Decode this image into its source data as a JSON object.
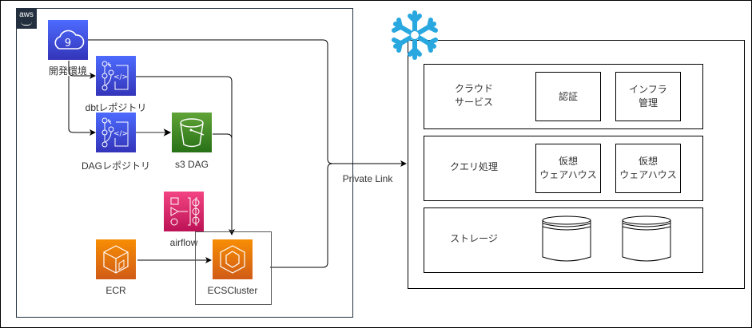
{
  "aws": {
    "logo_text": "aws",
    "nodes": {
      "dev_env": {
        "label": "開発環境",
        "icon": "cloud9-icon",
        "color": "#3b48cc"
      },
      "dbt_repo": {
        "label": "dbtレポジトリ",
        "icon": "codecommit-icon",
        "color": "#3b48cc"
      },
      "dag_repo": {
        "label": "DAGレポジトリ",
        "icon": "codecommit-icon",
        "color": "#3b48cc"
      },
      "s3_dag": {
        "label": "s3 DAG",
        "icon": "s3-bucket-icon",
        "color": "#3f8624"
      },
      "airflow": {
        "label": "airflow",
        "icon": "mwaa-airflow-icon",
        "color": "#e7157b"
      },
      "ecr": {
        "label": "ECR",
        "icon": "ecr-icon",
        "color": "#e7700d"
      },
      "ecs": {
        "label": "ECSCluster",
        "icon": "ecs-icon",
        "color": "#e7700d"
      }
    }
  },
  "connection": {
    "label": "Private Link"
  },
  "snowflake": {
    "logo_icon": "snowflake-icon",
    "logo_color": "#29a8e0",
    "tiers": [
      {
        "label": "クラウド\nサービス",
        "items": [
          "認証",
          "インフラ\n管理"
        ]
      },
      {
        "label": "クエリ処理",
        "items": [
          "仮想\nウェアハウス",
          "仮想\nウェアハウス"
        ]
      },
      {
        "label": "ストレージ",
        "items": [
          "database-cylinder",
          "database-cylinder"
        ]
      }
    ]
  }
}
